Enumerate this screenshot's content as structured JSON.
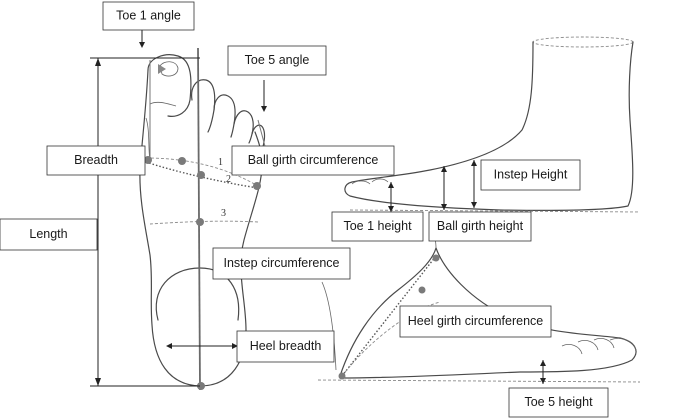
{
  "labels": {
    "toe1_angle": "Toe 1 angle",
    "toe5_angle": "Toe 5 angle",
    "breadth": "Breadth",
    "ball_girth_circumference": "Ball girth circumference",
    "instep_height": "Instep Height",
    "length": "Length",
    "toe1_height": "Toe 1 height",
    "ball_girth_height": "Ball girth height",
    "instep_circumference": "Instep circumference",
    "heel_girth_circumference": "Heel girth circumference",
    "heel_breadth": "Heel breadth",
    "toe5_height": "Toe 5 height"
  },
  "girth_markers": {
    "m1": "1",
    "m2": "2",
    "m3": "3"
  }
}
